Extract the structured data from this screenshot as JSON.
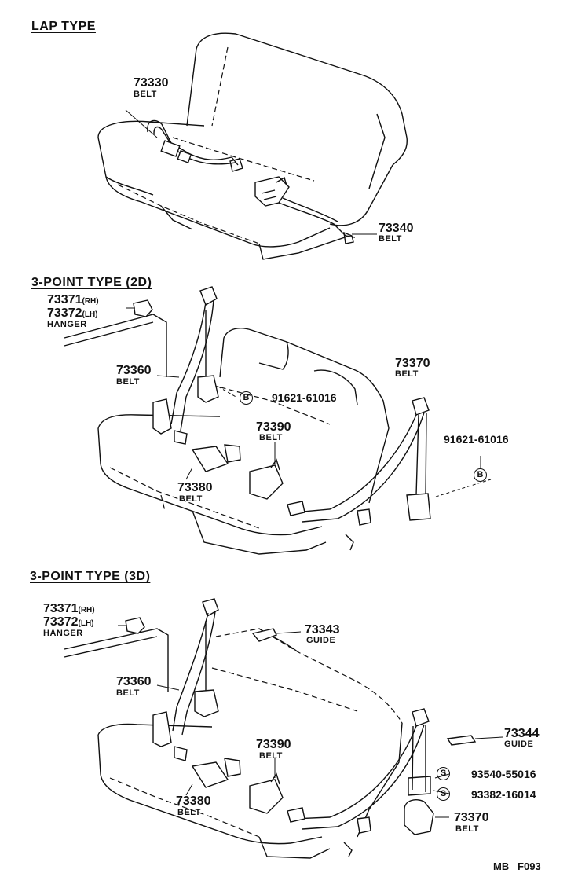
{
  "sections": {
    "lap": "LAP TYPE",
    "two_door": "3-POINT  TYPE (2D)",
    "three_door": "3-POINT  TYPE (3D)"
  },
  "lap": {
    "belt_73330": {
      "number": "73330",
      "name": "BELT"
    },
    "belt_73340": {
      "number": "73340",
      "name": "BELT"
    }
  },
  "two_door": {
    "hanger": {
      "number_rh": "73371",
      "tag_rh": "(RH)",
      "number_lh": "73372",
      "tag_lh": "(LH)",
      "name": "HANGER"
    },
    "belt_73360": {
      "number": "73360",
      "name": "BELT"
    },
    "bolt_code": "B",
    "bolt_left": "91621-61016",
    "belt_73370": {
      "number": "73370",
      "name": "BELT"
    },
    "bolt_right": "91621-61016",
    "belt_73390": {
      "number": "73390",
      "name": "BELT"
    },
    "belt_73380": {
      "number": "73380",
      "name": "BELT"
    }
  },
  "three_door": {
    "hanger": {
      "number_rh": "73371",
      "tag_rh": "(RH)",
      "number_lh": "73372",
      "tag_lh": "(LH)",
      "name": "HANGER"
    },
    "guide_73343": {
      "number": "73343",
      "name": "GUIDE"
    },
    "belt_73360": {
      "number": "73360",
      "name": "BELT"
    },
    "guide_73344": {
      "number": "73344",
      "name": "GUIDE"
    },
    "belt_73390": {
      "number": "73390",
      "name": "BELT"
    },
    "screw_code": "S",
    "screw_1": "93540-55016",
    "screw_2": "93382-16014",
    "belt_73380": {
      "number": "73380",
      "name": "BELT"
    },
    "belt_73370": {
      "number": "73370",
      "name": "BELT"
    }
  },
  "footer": "MB   F093"
}
